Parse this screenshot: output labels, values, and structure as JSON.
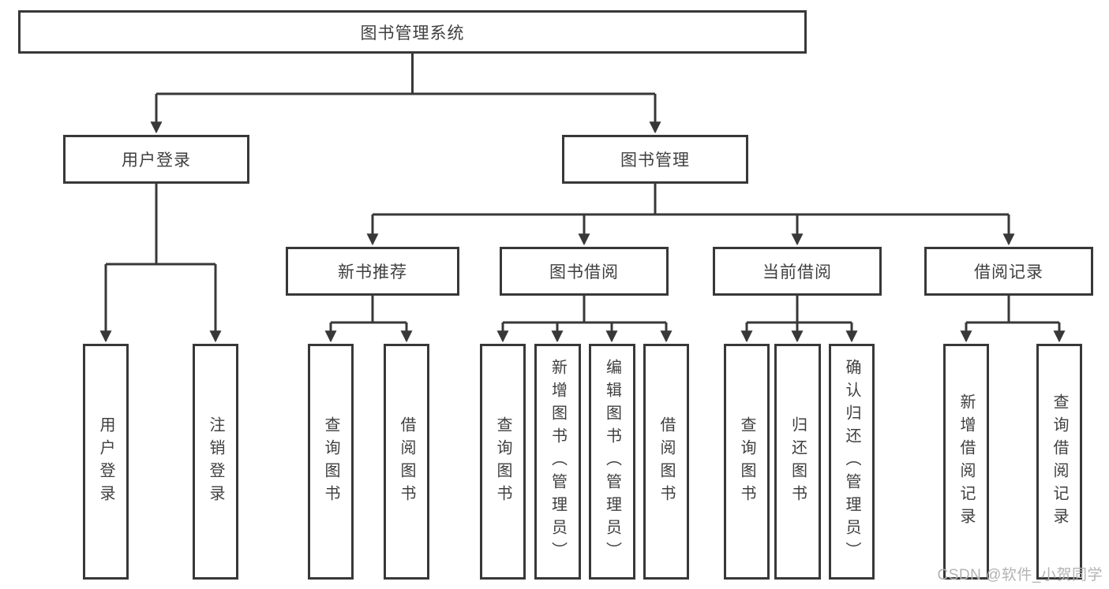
{
  "tree": {
    "root": {
      "label": "图书管理系统"
    },
    "branches": [
      {
        "label": "用户登录",
        "children": [
          {
            "label": "用户登录"
          },
          {
            "label": "注销登录"
          }
        ]
      },
      {
        "label": "图书管理",
        "groups": [
          {
            "label": "新书推荐",
            "children": [
              {
                "label": "查询图书"
              },
              {
                "label": "借阅图书"
              }
            ]
          },
          {
            "label": "图书借阅",
            "children": [
              {
                "label": "查询图书"
              },
              {
                "label": "新增图书（管理员）"
              },
              {
                "label": "编辑图书（管理员）"
              },
              {
                "label": "借阅图书"
              }
            ]
          },
          {
            "label": "当前借阅",
            "children": [
              {
                "label": "查询图书"
              },
              {
                "label": "归还图书"
              },
              {
                "label": "确认归还（管理员）"
              }
            ]
          },
          {
            "label": "借阅记录",
            "children": [
              {
                "label": "新增借阅记录"
              },
              {
                "label": "查询借阅记录"
              }
            ]
          }
        ]
      }
    ]
  },
  "watermark": {
    "text": "CSDN @软件_小贺同学"
  },
  "colors": {
    "line": "#383838",
    "text": "#3f3f3f",
    "watermark": "#b3b3b3",
    "background": "#ffffff"
  }
}
